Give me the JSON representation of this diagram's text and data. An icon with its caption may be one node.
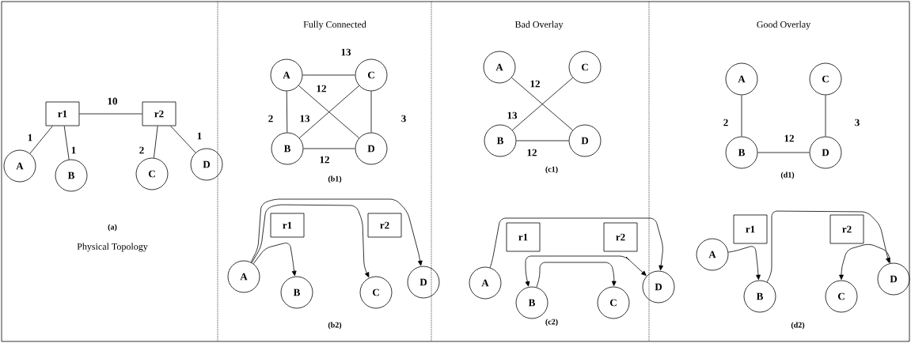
{
  "diagram": {
    "nodes": [
      {
        "text": [
          "r1"
        ]
      },
      {
        "text": [
          "r2"
        ]
      },
      {
        "text": [
          "A"
        ]
      },
      {
        "text": [
          "B"
        ]
      },
      {
        "text": [
          "C"
        ]
      },
      {
        "text": [
          "D"
        ]
      },
      {
        "text": [
          "A"
        ]
      },
      {
        "text": [
          "C"
        ]
      },
      {
        "text": [
          "B"
        ]
      },
      {
        "text": [
          "D"
        ]
      },
      {
        "text": [
          "r1"
        ]
      },
      {
        "text": [
          "r2"
        ]
      },
      {
        "text": [
          "A"
        ]
      },
      {
        "text": [
          "B"
        ]
      },
      {
        "text": [
          "C"
        ]
      },
      {
        "text": [
          "D"
        ]
      },
      {
        "text": [
          "A"
        ]
      },
      {
        "text": [
          "C"
        ]
      },
      {
        "text": [
          "B"
        ]
      },
      {
        "text": [
          "D"
        ]
      },
      {
        "text": [
          "r1"
        ]
      },
      {
        "text": [
          "r2"
        ]
      },
      {
        "text": [
          "A"
        ]
      },
      {
        "text": [
          "B"
        ]
      },
      {
        "text": [
          "C"
        ]
      },
      {
        "text": [
          "D"
        ]
      },
      {
        "text": [
          "A"
        ]
      },
      {
        "text": [
          "C"
        ]
      },
      {
        "text": [
          "B"
        ]
      },
      {
        "text": [
          "D"
        ]
      },
      {
        "text": [
          "r1"
        ]
      },
      {
        "text": [
          "r2"
        ]
      },
      {
        "text": [
          "A"
        ]
      },
      {
        "text": [
          "B"
        ]
      },
      {
        "text": [
          "C"
        ]
      },
      {
        "text": [
          "D"
        ]
      }
    ],
    "edges": [
      {
        "from": 0,
        "to": 1,
        "arrow": "none",
        "label": "10"
      },
      {
        "from": 0,
        "to": 2,
        "arrow": "none",
        "label": "1"
      },
      {
        "from": 0,
        "to": 3,
        "arrow": "none",
        "label": "1"
      },
      {
        "from": 1,
        "to": 4,
        "arrow": "none",
        "label": "2"
      },
      {
        "from": 1,
        "to": 5,
        "arrow": "none",
        "label": "1"
      },
      {
        "from": 6,
        "to": 7,
        "arrow": "none",
        "label": "13"
      },
      {
        "from": 6,
        "to": 8,
        "arrow": "none",
        "label": "2"
      },
      {
        "from": 7,
        "to": 9,
        "arrow": "none",
        "label": "3"
      },
      {
        "from": 8,
        "to": 9,
        "arrow": "none",
        "label": "12"
      },
      {
        "from": 6,
        "to": 9,
        "arrow": "none",
        "label": "12"
      },
      {
        "from": 8,
        "to": 7,
        "arrow": "none",
        "label": "13"
      },
      {
        "from": 12,
        "to": 13,
        "arrow": "to"
      },
      {
        "from": 12,
        "to": 14,
        "arrow": "to"
      },
      {
        "from": 12,
        "to": 15,
        "arrow": "to"
      },
      {
        "from": 16,
        "to": 19,
        "arrow": "none",
        "label": "12"
      },
      {
        "from": 18,
        "to": 17,
        "arrow": "none",
        "label": "13"
      },
      {
        "from": 18,
        "to": 19,
        "arrow": "none",
        "label": "12"
      },
      {
        "from": 22,
        "to": 25,
        "arrow": "to"
      },
      {
        "from": 23,
        "to": 24,
        "arrow": "to"
      },
      {
        "from": 23,
        "to": 25,
        "arrow": "both"
      },
      {
        "from": 26,
        "to": 28,
        "arrow": "none",
        "label": "2"
      },
      {
        "from": 27,
        "to": 29,
        "arrow": "none",
        "label": "3"
      },
      {
        "from": 28,
        "to": 29,
        "arrow": "none",
        "label": "12"
      },
      {
        "from": 32,
        "to": 33,
        "arrow": "to"
      },
      {
        "from": 33,
        "to": 35,
        "arrow": "to"
      },
      {
        "from": 35,
        "to": 34,
        "arrow": "to"
      }
    ],
    "labels": [
      "Fully Connected",
      "Bad Overlay",
      "Good Overlay",
      "(a)",
      "Physical Topology",
      "(b1)",
      "(c1)",
      "(d1)",
      "(b2)",
      "(c2)",
      "(d2)"
    ]
  }
}
